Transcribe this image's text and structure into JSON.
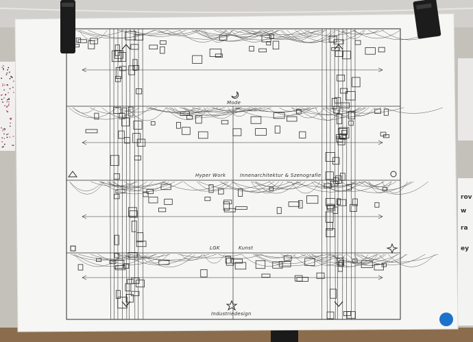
{
  "photo": {
    "subject": "hand-drawn floor plan sketch clipped to a string",
    "colors": {
      "paper": "#f6f6f4",
      "wall": "#c9c7c3",
      "ink": "#2b2b2b",
      "clip": "#1c1c1c",
      "dot": "#1d72c9",
      "floor": "#8a6a4a"
    }
  },
  "labels": {
    "top_floor": "Mode",
    "mid_left": "Hyper Work",
    "mid_right": "Innenarchitektur & Szenografie",
    "low_left": "LGK",
    "low_right": "Kunst",
    "bottom": "Industriedesign"
  },
  "side_poster": {
    "lines": [
      "rov",
      "w",
      "ra",
      "ey"
    ]
  }
}
